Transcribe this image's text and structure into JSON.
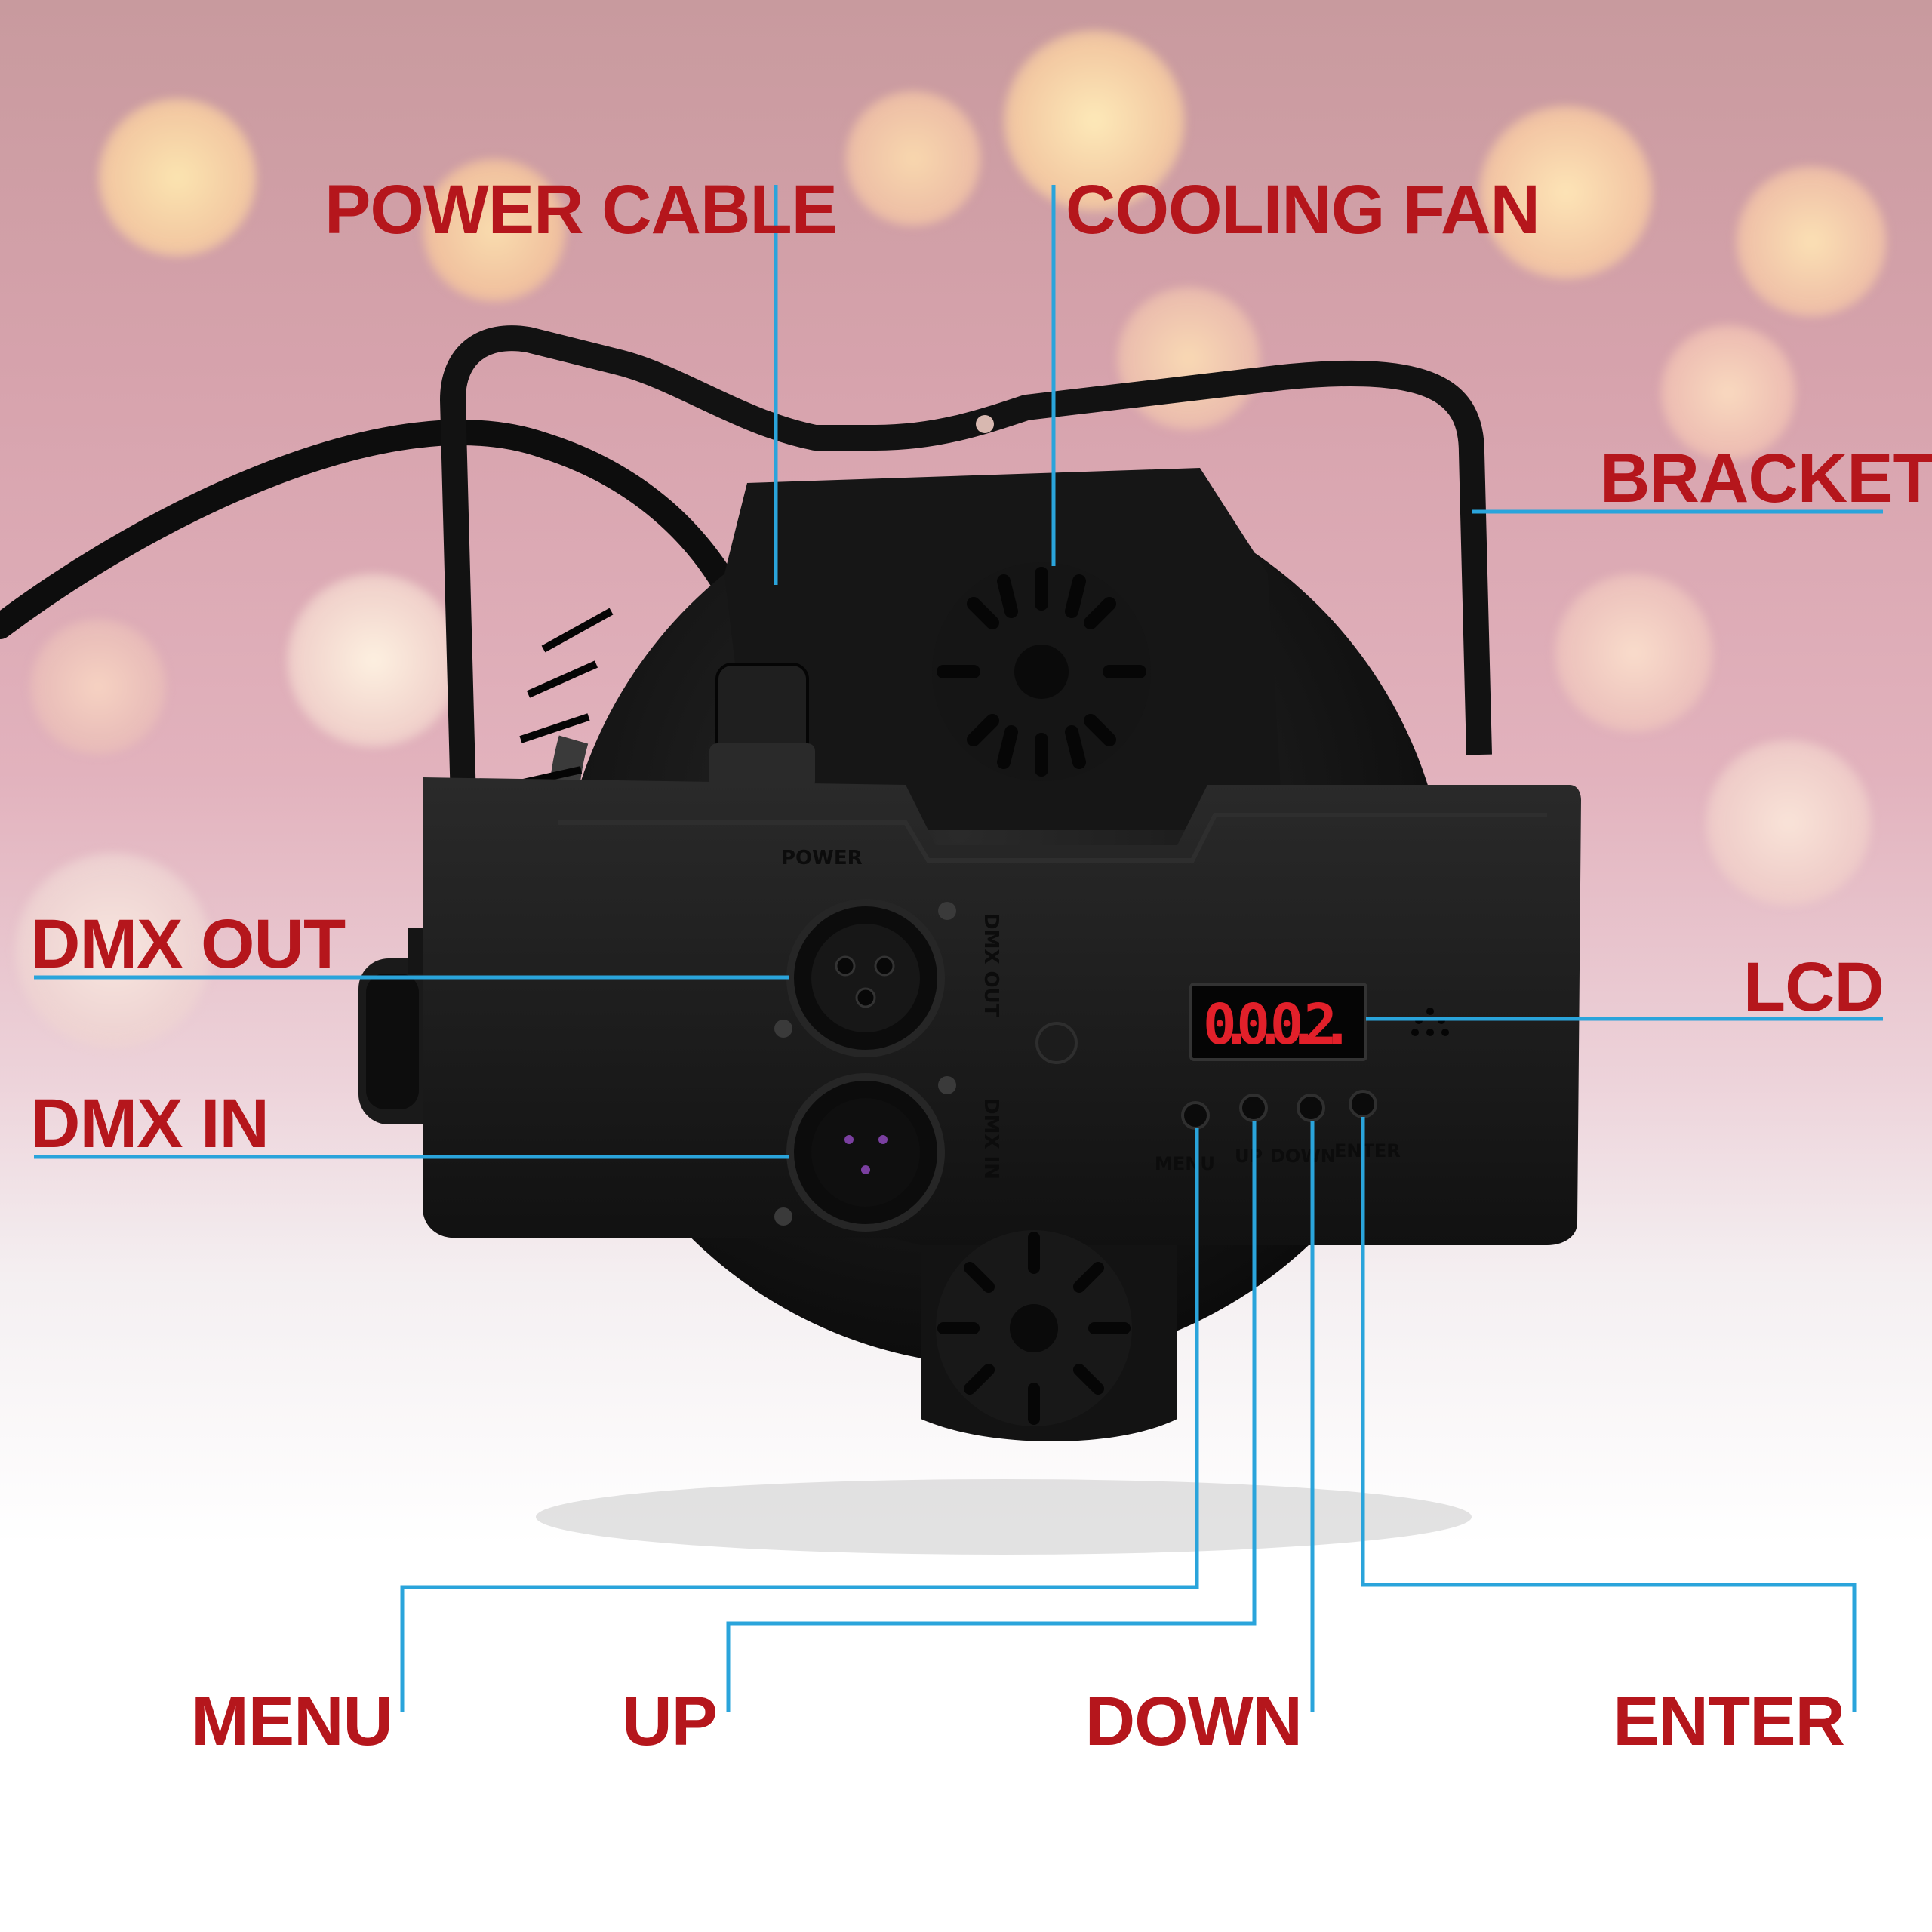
{
  "labels": {
    "power_cable": "POWER CABLE",
    "cooling_fan": "COOLING FAN",
    "bracket": "BRACKET",
    "dmx_out": "DMX OUT",
    "lcd": "LCD",
    "dmx_in": "DMX IN",
    "menu": "MENU",
    "up": "UP",
    "down": "DOWN",
    "enter": "ENTER"
  },
  "device": {
    "power_marking": "POWER",
    "dmx_out_marking": "DMX OUT",
    "dmx_in_marking": "DMX IN",
    "lcd_display": "0.0.0.2.",
    "button_menu": "MENU",
    "button_up": "UP",
    "button_down": "DOWN",
    "button_enter": "ENTER"
  },
  "colors": {
    "label_red": "#b5161c",
    "leader_blue": "#2aa4db",
    "device_black": "#141414",
    "lcd_red": "#e2202a"
  }
}
